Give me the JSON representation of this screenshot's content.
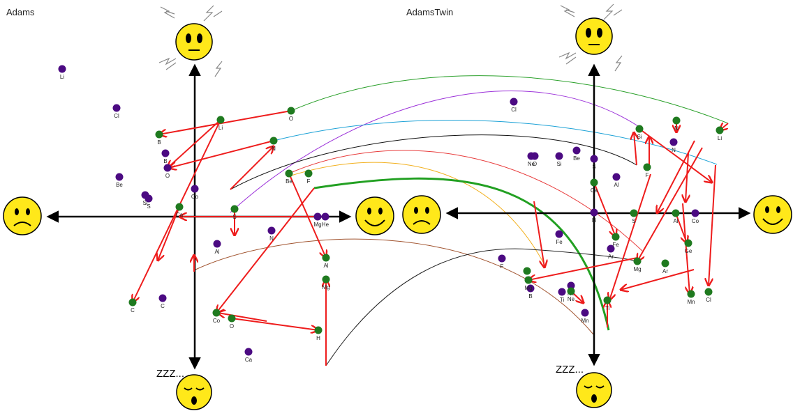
{
  "panels": [
    {
      "id": "left",
      "title": "Adams",
      "sleep_label": "ZZZ...",
      "purple_points": [
        {
          "label": "Li"
        },
        {
          "label": "Cl"
        },
        {
          "label": "B"
        },
        {
          "label": "Be"
        },
        {
          "label": "Si"
        },
        {
          "label": "S"
        },
        {
          "label": "Co"
        },
        {
          "label": "O"
        },
        {
          "label": "Mg"
        },
        {
          "label": "He"
        },
        {
          "label": "N"
        },
        {
          "label": "Al"
        },
        {
          "label": "C"
        },
        {
          "label": "Ca"
        }
      ],
      "green_points": [
        {
          "label": "Li"
        },
        {
          "label": "O"
        },
        {
          "label": "B"
        },
        {
          "label": "N"
        },
        {
          "label": "Be"
        },
        {
          "label": "F"
        },
        {
          "label": "S"
        },
        {
          "label": "Ca"
        },
        {
          "label": "C"
        },
        {
          "label": "Al"
        },
        {
          "label": "Mg"
        },
        {
          "label": "Co"
        },
        {
          "label": "O"
        },
        {
          "label": "H"
        }
      ]
    },
    {
      "id": "right",
      "title": "AdamsTwin",
      "sleep_label": "ZZZ...",
      "purple_points": [
        {
          "label": "Cl"
        },
        {
          "label": "Ne"
        },
        {
          "label": "O"
        },
        {
          "label": "Si"
        },
        {
          "label": "Be"
        },
        {
          "label": "S"
        },
        {
          "label": "Al"
        },
        {
          "label": "N"
        },
        {
          "label": "Li"
        },
        {
          "label": "Fe"
        },
        {
          "label": "Ar"
        },
        {
          "label": "F"
        },
        {
          "label": "B"
        },
        {
          "label": "Ti"
        },
        {
          "label": "Ne"
        },
        {
          "label": "Mn"
        },
        {
          "label": "Co"
        }
      ],
      "green_points": [
        {
          "label": "Li"
        },
        {
          "label": "Si"
        },
        {
          "label": "N"
        },
        {
          "label": "F"
        },
        {
          "label": "S"
        },
        {
          "label": "Al"
        },
        {
          "label": "Ca"
        },
        {
          "label": "Fe"
        },
        {
          "label": "Mg"
        },
        {
          "label": "Ge"
        },
        {
          "label": "Mn"
        },
        {
          "label": "Cl"
        },
        {
          "label": "Ar"
        },
        {
          "label": "Ti"
        },
        {
          "label": "O"
        },
        {
          "label": "Mg"
        },
        {
          "label": "Ne"
        }
      ]
    }
  ],
  "colors": {
    "axis": "#000000",
    "purple_point": "#4b0a82",
    "green_point": "#1f7a1f",
    "arrow": "#ee1c1c",
    "face": "#ffe81a",
    "connectors": [
      "#2aa02a",
      "#9b30d9",
      "#1ba1d6",
      "#111111",
      "#e83c3c",
      "#f2b01e",
      "#22a022",
      "#a0522d",
      "#222222"
    ]
  }
}
